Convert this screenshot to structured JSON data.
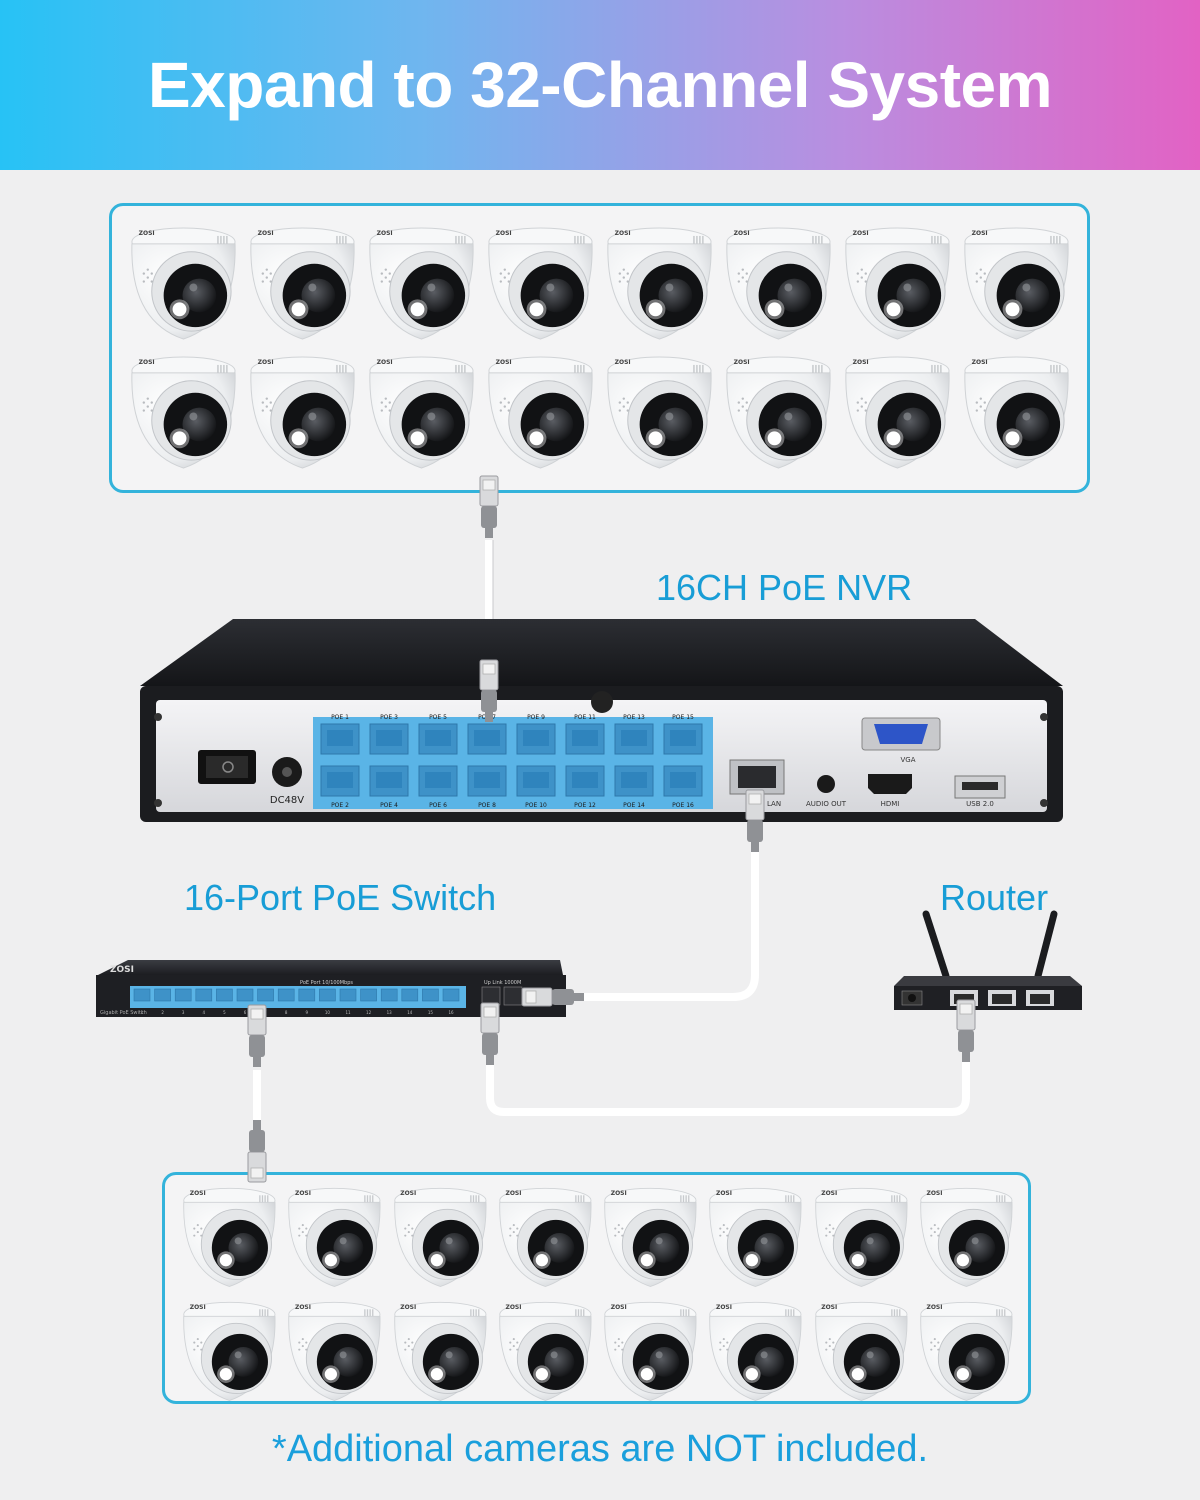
{
  "header": {
    "title": "Expand to 32-Channel System"
  },
  "labels": {
    "nvr": "16CH PoE NVR",
    "switch": "16-Port PoE Switch",
    "router": "Router"
  },
  "footnote": "*Additional cameras are NOT included.",
  "camera_brand": "ZOSI",
  "nvr": {
    "power_label": "DC48V",
    "poe_top": [
      "POE 1",
      "POE 3",
      "POE 5",
      "POE 7",
      "POE 9",
      "POE 11",
      "POE 13",
      "POE 15"
    ],
    "poe_bottom": [
      "POE 2",
      "POE 4",
      "POE 6",
      "POE 8",
      "POE 10",
      "POE 12",
      "POE 14",
      "POE 16"
    ],
    "vga_label": "VGA",
    "lan_label": "LAN",
    "audio_label": "AUDIO OUT",
    "hdmi_label": "HDMI",
    "usb_label": "USB 2.0"
  },
  "switch": {
    "brand": "ZOSI",
    "ports_caption": "PoE Port 10/100Mbps",
    "uplink_caption": "Up Link 1000M",
    "side_caption": "Gigabit PoE Switch",
    "port_numbers": [
      "1",
      "2",
      "3",
      "4",
      "5",
      "6",
      "7",
      "8",
      "9",
      "10",
      "11",
      "12",
      "13",
      "14",
      "15",
      "16"
    ]
  },
  "colors": {
    "accent": "#189dd6",
    "box_border": "#33b3db",
    "poe_blue": "#5ab4e6",
    "cable": "#ffffff"
  }
}
